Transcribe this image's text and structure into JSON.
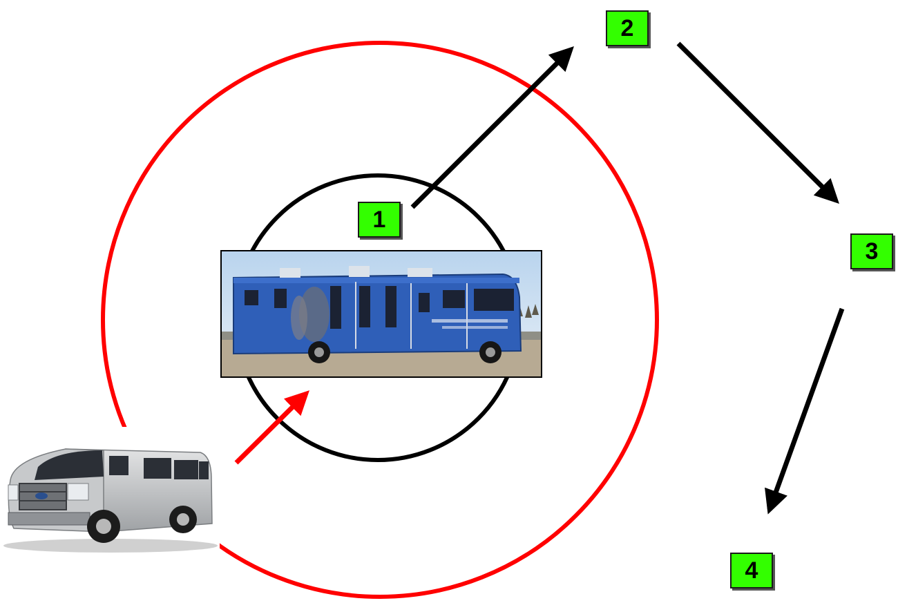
{
  "steps": [
    {
      "label": "1"
    },
    {
      "label": "2"
    },
    {
      "label": "3"
    },
    {
      "label": "4"
    }
  ],
  "colors": {
    "outer_ring": "#ff0000",
    "inner_ring": "#000000",
    "flow_arrow": "#000000",
    "approach_arrow": "#ff0000",
    "badge_fill": "#33ff00",
    "bus_body": "#2f5fb8",
    "van_body": "#c4c6c8"
  },
  "images": {
    "bus": "mobile-clinic-bus-photo",
    "van": "passenger-van-photo"
  }
}
